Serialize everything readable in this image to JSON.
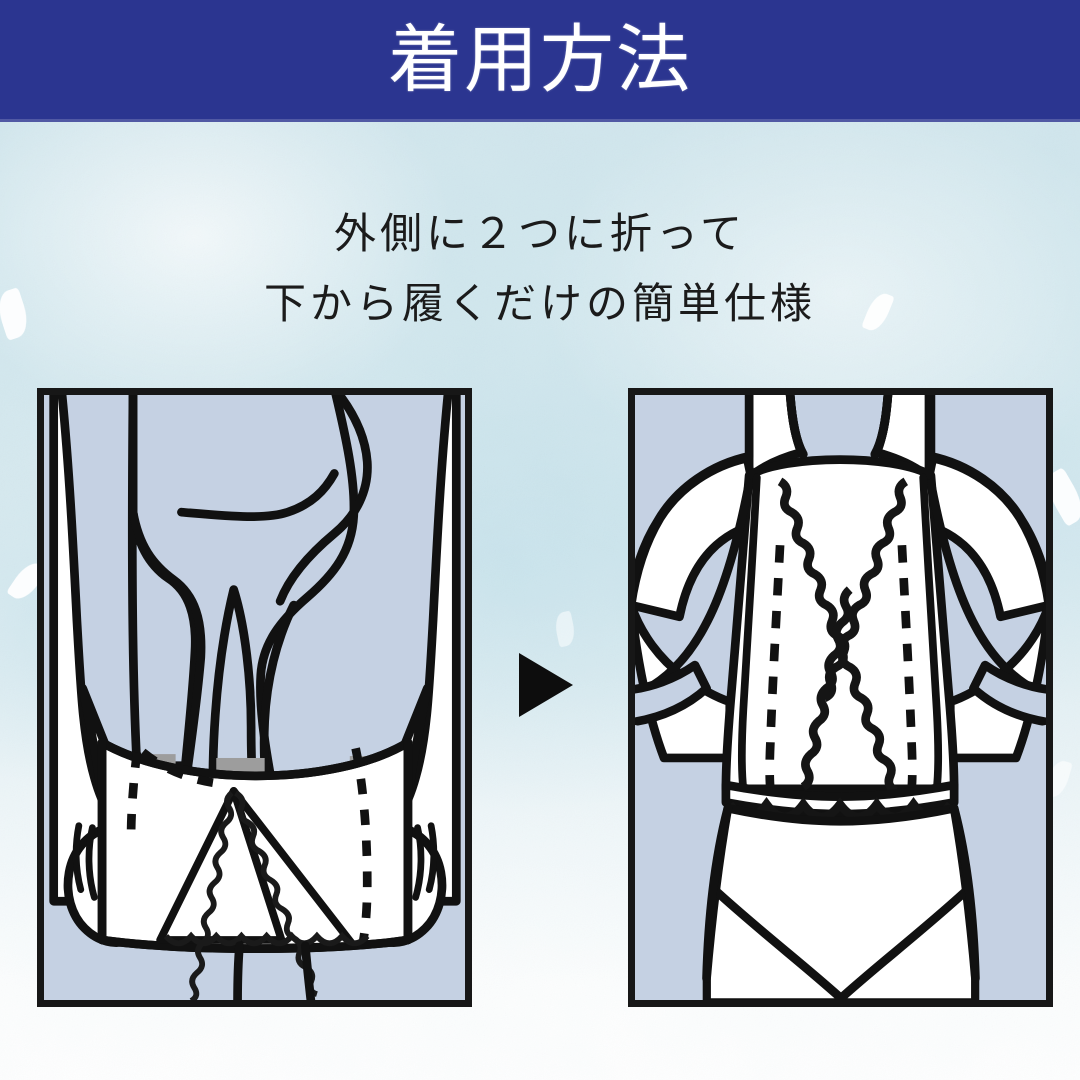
{
  "header": {
    "title": "着用方法",
    "bar_color": "#2b3590",
    "text_color": "#ffffff"
  },
  "caption": {
    "lines": [
      "外側に２つに折って",
      "下から履くだけの簡単仕様"
    ],
    "text_color": "#1b1b1b"
  },
  "background": {
    "style": "watercolor-wash",
    "top_color": "#cfe5ec",
    "bottom_color": "#ffffff",
    "accent_color": "#b7dbe7"
  },
  "steps": [
    {
      "index": 1,
      "name": "fold-and-step-in",
      "description": "外側に２つに折った状態を両手で持ち、下から履く",
      "panel_fill": "#c5d1e3",
      "border_color": "#171717",
      "features": [
        "legs",
        "hands-holding-garment",
        "folded-garment",
        "dashed-fold-lines",
        "scalloped-lace-edge",
        "gray-shadow-band"
      ]
    },
    {
      "index": 2,
      "name": "worn-result",
      "description": "着用後の仕上がり",
      "panel_fill": "#c5d1e3",
      "border_color": "#171717",
      "features": [
        "torso",
        "arms",
        "v-neck-crossed-lace",
        "dashed-seam-lines",
        "scalloped-hem",
        "underwear"
      ]
    }
  ],
  "arrow": {
    "name": "right-arrow",
    "color": "#0d0d0d",
    "direction": "right"
  }
}
